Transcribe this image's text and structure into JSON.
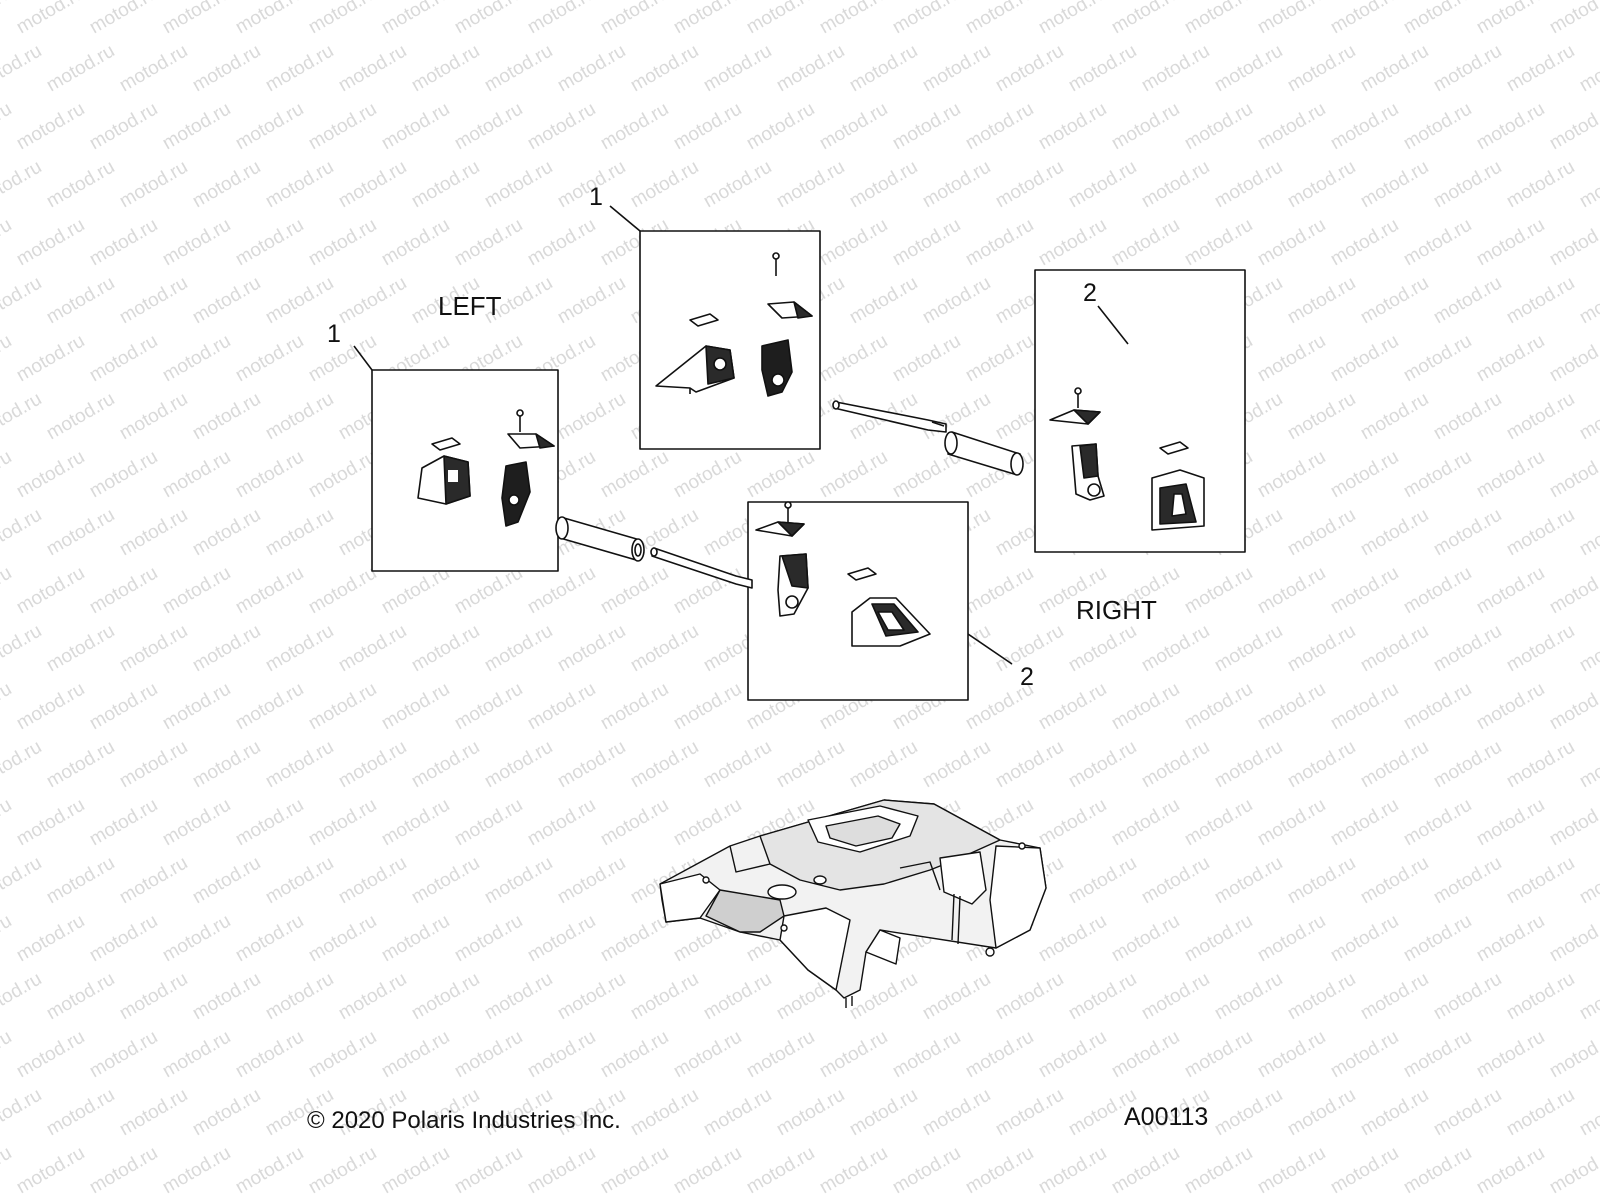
{
  "watermark": {
    "text": "motod.ru"
  },
  "labels": {
    "left": "LEFT",
    "right": "RIGHT",
    "copyright": "© 2020 Polaris Industries Inc.",
    "diagram_id": "A00113"
  },
  "callouts": {
    "left_bracket": "1",
    "top_bracket": "1",
    "right_bracket": "2",
    "bottom_bracket": "2"
  }
}
